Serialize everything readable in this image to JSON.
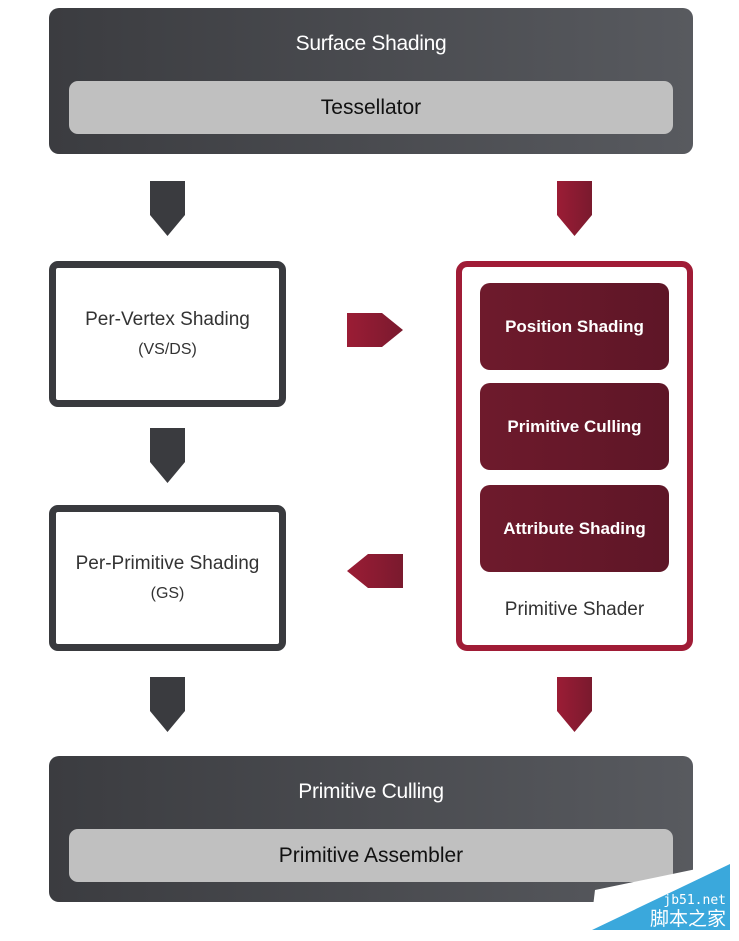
{
  "top": {
    "title": "Surface Shading",
    "bar": "Tessellator"
  },
  "left": {
    "vertex": {
      "title": "Per-Vertex Shading",
      "sub": "(VS/DS)"
    },
    "primitive": {
      "title": "Per-Primitive Shading",
      "sub": "(GS)"
    }
  },
  "primitive_shader": {
    "stages": [
      "Position Shading",
      "Primitive Culling",
      "Attribute Shading"
    ],
    "label": "Primitive Shader"
  },
  "bottom": {
    "title": "Primitive Culling",
    "bar": "Primitive Assembler"
  },
  "watermark": {
    "line1": "jb51.net",
    "line2": "脚本之家"
  },
  "colors": {
    "dark": "#3b3c40",
    "accent": "#a01c36",
    "stage": "#6b1a2c",
    "bar": "#c0c0c0",
    "watermark": "#3aa8dc"
  }
}
